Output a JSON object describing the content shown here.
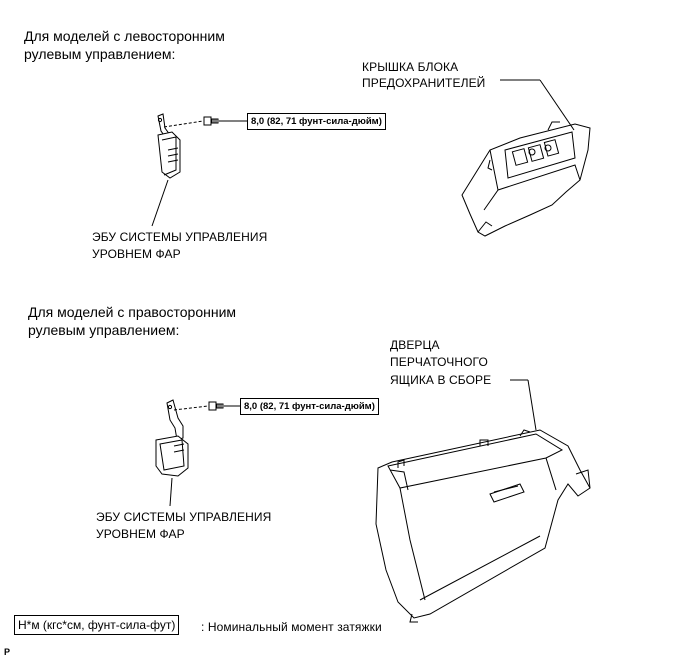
{
  "section_left": {
    "heading_line1": "Для моделей с левосторонним",
    "heading_line2": "рулевым управлением:",
    "torque": "8,0 (82, 71 фунт-сила-дюйм)",
    "ecu_label_line1": "ЭБУ СИСТЕМЫ УПРАВЛЕНИЯ",
    "ecu_label_line2": "УРОВНЕМ ФАР",
    "part_label_line1": "КРЫШКА БЛОКА",
    "part_label_line2": "ПРЕДОХРАНИТЕЛЕЙ"
  },
  "section_right": {
    "heading_line1": "Для моделей с правосторонним",
    "heading_line2": "рулевым управлением:",
    "torque": "8,0 (82, 71 фунт-сила-дюйм)",
    "ecu_label_line1": "ЭБУ СИСТЕМЫ УПРАВЛЕНИЯ",
    "ecu_label_line2": "УРОВНЕМ ФАР",
    "part_label_line1": "ДВЕРЦА",
    "part_label_line2": "ПЕРЧАТОЧНОГО",
    "part_label_line3": "ЯЩИКА В СБОРЕ"
  },
  "legend": {
    "unit": "Н*м (кгс*см, фунт-сила-фут)",
    "description": ": Номинальный момент затяжки"
  },
  "footer_code": "P"
}
